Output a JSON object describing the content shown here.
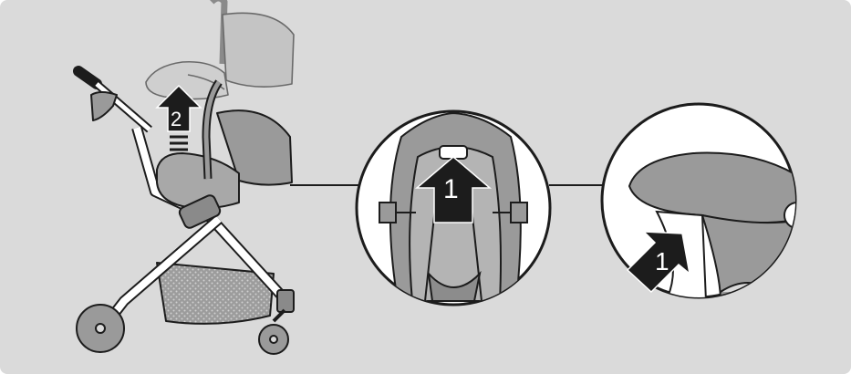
{
  "figure": {
    "background_color": "#dadada",
    "line_color": "#1c1c1c",
    "seat_color": "#9a9a9a",
    "frame_color": "#ffffff"
  },
  "steps": {
    "detail_one_label": "1",
    "detail_two_label": "1",
    "lift_label": "2"
  },
  "icons": [
    "stroller-with-car-seat",
    "up-arrow",
    "lock-release-button",
    "diagonal-arrow"
  ]
}
